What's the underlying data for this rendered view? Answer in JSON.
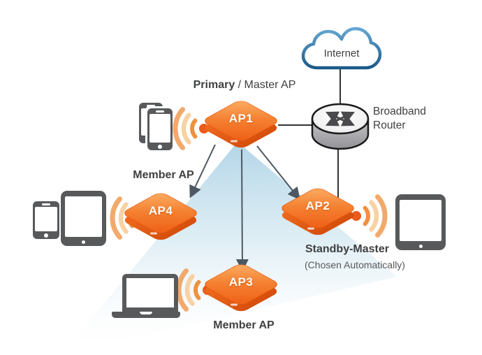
{
  "nodes": {
    "internet": {
      "label": "Internet"
    },
    "router": {
      "label_line1": "Broadband",
      "label_line2": "Router"
    },
    "ap1": {
      "label": "AP1",
      "role_primary": "Primary",
      "role_rest": " / Master AP"
    },
    "ap2": {
      "label": "AP2",
      "role": "Standby-Master",
      "role_note": "(Chosen Automatically)"
    },
    "ap3": {
      "label": "AP3",
      "role": "Member AP"
    },
    "ap4": {
      "label": "AP4",
      "role": "Member AP"
    }
  },
  "icons": {
    "cloud": "cloud-icon",
    "router": "router-icon",
    "access_point": "access-point-icon",
    "wifi": "wifi-signal-icon",
    "smartphone": "smartphone-icon",
    "tablet": "tablet-icon",
    "laptop": "laptop-icon"
  },
  "colors": {
    "ap_orange": "#f2691e",
    "ap_orange_light": "#fbb066",
    "ap_orange_dark": "#d54f0c",
    "wifi_dot": "#eb5a1b",
    "wifi_arc_medium": "#f0913f",
    "wifi_arc_light": "#f8d2a4",
    "cloud_blue_top": "#66a7d2",
    "cloud_blue_bottom": "#1b5a89",
    "coverage_blue": "#b5d7e8",
    "device_gray": "#58595b",
    "text_dark": "#3f4042",
    "arrow_gray": "#4c5963",
    "line_black": "#333333"
  }
}
